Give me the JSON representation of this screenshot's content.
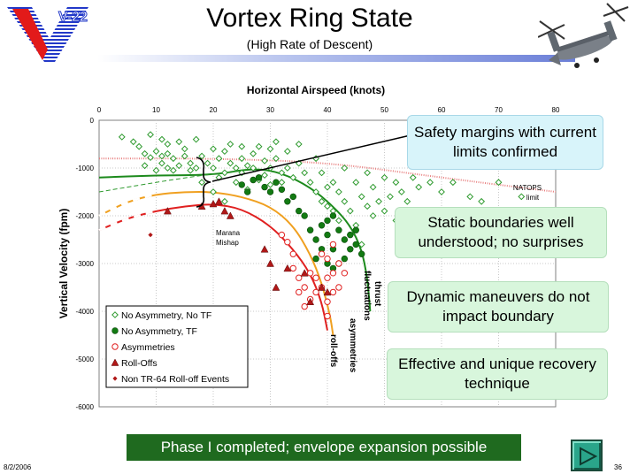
{
  "slide": {
    "title": "Vortex Ring State",
    "subtitle": "(High Rate of Descent)",
    "logo_text": "V-22",
    "date": "8/2/2006",
    "page_number": "36",
    "banner": "Phase I completed; envelope expansion possible",
    "callouts": [
      "Safety margins with current limits confirmed",
      "Static boundaries well understood; no surprises",
      "Dynamic maneuvers do not impact boundary",
      "Effective and unique recovery technique"
    ],
    "colors": {
      "banner": "#1f6a1f",
      "callout": "#d8f6dc",
      "title_bar": "#6b7fd8"
    }
  },
  "chart_data": {
    "type": "scatter",
    "xlabel": "Horizontal Airspeed (knots)",
    "ylabel": "Vertical Velocity (fpm)",
    "xlim": [
      0,
      80
    ],
    "ylim": [
      -6000,
      0
    ],
    "x_ticks": [
      "0",
      "10",
      "20",
      "30",
      "40",
      "50",
      "60",
      "70",
      "80"
    ],
    "y_ticks": [
      "0",
      "-1000",
      "-2000",
      "-3000",
      "-4000",
      "-5000",
      "-6000"
    ],
    "x_tick_values": [
      0,
      10,
      20,
      30,
      40,
      50,
      60,
      70,
      80
    ],
    "y_tick_values": [
      0,
      -1000,
      -2000,
      -3000,
      -4000,
      -5000,
      -6000
    ],
    "grid": true,
    "legend_position": "bottom-left",
    "annotations": {
      "natops": "NATOPS limit",
      "marana": "Marana Mishap",
      "thrust": "thrust fluctuations",
      "asym": "asymmetries",
      "rolloffs": "roll-offs"
    },
    "series": [
      {
        "name": "No Asymmetry, No TF",
        "marker": "open-diamond",
        "color": "#2e9a2e",
        "points": [
          [
            4,
            -350
          ],
          [
            6,
            -450
          ],
          [
            7,
            -550
          ],
          [
            8,
            -950
          ],
          [
            8,
            -700
          ],
          [
            9,
            -300
          ],
          [
            9,
            -780
          ],
          [
            10,
            -650
          ],
          [
            10,
            -1050
          ],
          [
            11,
            -400
          ],
          [
            11,
            -750
          ],
          [
            11,
            -900
          ],
          [
            12,
            -500
          ],
          [
            12,
            -700
          ],
          [
            12,
            -1000
          ],
          [
            13,
            -800
          ],
          [
            13,
            -1050
          ],
          [
            14,
            -450
          ],
          [
            14,
            -950
          ],
          [
            15,
            -600
          ],
          [
            15,
            -750
          ],
          [
            16,
            -900
          ],
          [
            16,
            -1050
          ],
          [
            17,
            -400
          ],
          [
            17,
            -1000
          ],
          [
            18,
            -750
          ],
          [
            18,
            -1300
          ],
          [
            19,
            -900
          ],
          [
            20,
            -600
          ],
          [
            20,
            -1000
          ],
          [
            20,
            -1500
          ],
          [
            21,
            -800
          ],
          [
            21,
            -1200
          ],
          [
            22,
            -650
          ],
          [
            22,
            -1100
          ],
          [
            22,
            -1700
          ],
          [
            23,
            -500
          ],
          [
            23,
            -900
          ],
          [
            24,
            -1000
          ],
          [
            24,
            -1300
          ],
          [
            25,
            -550
          ],
          [
            25,
            -800
          ],
          [
            25,
            -1100
          ],
          [
            26,
            -950
          ],
          [
            26,
            -1450
          ],
          [
            27,
            -700
          ],
          [
            27,
            -1000
          ],
          [
            28,
            -550
          ],
          [
            28,
            -1250
          ],
          [
            29,
            -850
          ],
          [
            29,
            -1150
          ],
          [
            30,
            -600
          ],
          [
            30,
            -1000
          ],
          [
            30,
            -1350
          ],
          [
            31,
            -450
          ],
          [
            31,
            -800
          ],
          [
            32,
            -1100
          ],
          [
            32,
            -1300
          ],
          [
            33,
            -650
          ],
          [
            33,
            -1000
          ],
          [
            34,
            -1200
          ],
          [
            34,
            -1600
          ],
          [
            35,
            -900
          ],
          [
            35,
            -500
          ],
          [
            36,
            -1100
          ],
          [
            37,
            -1300
          ],
          [
            38,
            -800
          ],
          [
            38,
            -1500
          ],
          [
            39,
            -1100
          ],
          [
            39,
            -1700
          ],
          [
            40,
            -1400
          ],
          [
            40,
            -1800
          ],
          [
            41,
            -1300
          ],
          [
            41,
            -1900
          ],
          [
            42,
            -1500
          ],
          [
            42,
            -2100
          ],
          [
            43,
            -1000
          ],
          [
            43,
            -1700
          ],
          [
            44,
            -1900
          ],
          [
            44,
            -2400
          ],
          [
            45,
            -1300
          ],
          [
            45,
            -2200
          ],
          [
            46,
            -1600
          ],
          [
            46,
            -2600
          ],
          [
            47,
            -1100
          ],
          [
            47,
            -1800
          ],
          [
            48,
            -2000
          ],
          [
            48,
            -1400
          ],
          [
            49,
            -1700
          ],
          [
            50,
            -1200
          ],
          [
            50,
            -1900
          ],
          [
            51,
            -1600
          ],
          [
            52,
            -1300
          ],
          [
            52,
            -2100
          ],
          [
            53,
            -1500
          ],
          [
            54,
            -1700
          ],
          [
            55,
            -1200
          ],
          [
            56,
            -1400
          ],
          [
            58,
            -1300
          ],
          [
            60,
            -1500
          ],
          [
            62,
            -1300
          ],
          [
            65,
            -1600
          ],
          [
            67,
            -1700
          ],
          [
            70,
            -1300
          ],
          [
            74,
            -1600
          ]
        ]
      },
      {
        "name": "No Asymmetry, TF",
        "marker": "filled-circle",
        "color": "#127a12",
        "points": [
          [
            25,
            -1350
          ],
          [
            26,
            -1500
          ],
          [
            27,
            -1250
          ],
          [
            28,
            -1200
          ],
          [
            29,
            -1400
          ],
          [
            30,
            -1500
          ],
          [
            31,
            -1300
          ],
          [
            32,
            -1450
          ],
          [
            33,
            -1700
          ],
          [
            34,
            -1600
          ],
          [
            35,
            -1900
          ],
          [
            36,
            -2000
          ],
          [
            37,
            -2300
          ],
          [
            38,
            -2500
          ],
          [
            39,
            -2200
          ],
          [
            40,
            -2100
          ],
          [
            40,
            -2400
          ],
          [
            41,
            -2000
          ],
          [
            41,
            -2700
          ],
          [
            42,
            -2300
          ],
          [
            43,
            -2500
          ],
          [
            43,
            -2900
          ],
          [
            44,
            -2400
          ],
          [
            44,
            -2700
          ],
          [
            45,
            -2300
          ],
          [
            45,
            -2600
          ],
          [
            46,
            -2800
          ],
          [
            39,
            -2700
          ],
          [
            40,
            -3000
          ],
          [
            41,
            -3100
          ],
          [
            42,
            -3000
          ],
          [
            38,
            -2900
          ]
        ]
      },
      {
        "name": "Asymmetries",
        "marker": "open-circle",
        "color": "#e02020",
        "points": [
          [
            32,
            -2400
          ],
          [
            33,
            -2550
          ],
          [
            34,
            -2800
          ],
          [
            34,
            -3100
          ],
          [
            35,
            -3300
          ],
          [
            35,
            -3600
          ],
          [
            36,
            -3500
          ],
          [
            36,
            -3900
          ],
          [
            37,
            -3200
          ],
          [
            37,
            -3750
          ],
          [
            38,
            -3300
          ],
          [
            38,
            -3600
          ],
          [
            39,
            -2800
          ],
          [
            39,
            -3500
          ],
          [
            40,
            -2900
          ],
          [
            40,
            -3300
          ],
          [
            40,
            -3800
          ],
          [
            40,
            -4100
          ],
          [
            41,
            -3200
          ],
          [
            41,
            -3600
          ],
          [
            42,
            -3000
          ],
          [
            42,
            -3500
          ],
          [
            43,
            -3200
          ],
          [
            41,
            -2600
          ]
        ]
      },
      {
        "name": "Roll-Offs",
        "marker": "filled-triangle",
        "color": "#b01818",
        "points": [
          [
            12,
            -1900
          ],
          [
            18,
            -1800
          ],
          [
            21,
            -1700
          ],
          [
            22,
            -1900
          ],
          [
            23,
            -2000
          ],
          [
            29,
            -2700
          ],
          [
            30,
            -3000
          ],
          [
            31,
            -3500
          ],
          [
            33,
            -3100
          ],
          [
            36,
            -3200
          ],
          [
            37,
            -3800
          ],
          [
            39,
            -3500
          ],
          [
            40,
            -3600
          ],
          [
            20,
            -1750
          ]
        ]
      },
      {
        "name": "Non TR-64 Roll-off Events",
        "marker": "small-diamond",
        "color": "#b01818",
        "points": [
          [
            9,
            -2400
          ]
        ]
      }
    ],
    "boundaries": [
      {
        "kind": "green-boundary",
        "color": "#1c8a1c",
        "points": [
          [
            0,
            -1200
          ],
          [
            10,
            -1150
          ],
          [
            20,
            -1150
          ],
          [
            27,
            -1000
          ],
          [
            32,
            -1100
          ],
          [
            37,
            -1400
          ],
          [
            41,
            -1800
          ],
          [
            44,
            -2200
          ],
          [
            46,
            -2700
          ],
          [
            47,
            -3300
          ],
          [
            47.5,
            -4000
          ]
        ]
      },
      {
        "kind": "orange-boundary",
        "color": "#f0a020",
        "points": [
          [
            0,
            -2000
          ],
          [
            5,
            -1700
          ],
          [
            10,
            -1550
          ],
          [
            15,
            -1500
          ],
          [
            20,
            -1500
          ],
          [
            25,
            -1600
          ],
          [
            30,
            -1800
          ],
          [
            34,
            -2200
          ],
          [
            37,
            -2800
          ],
          [
            39,
            -3400
          ],
          [
            40.5,
            -4100
          ],
          [
            41,
            -4500
          ]
        ]
      },
      {
        "kind": "red-boundary",
        "color": "#e02020",
        "points": [
          [
            0,
            -2300
          ],
          [
            5,
            -2050
          ],
          [
            10,
            -1900
          ],
          [
            15,
            -1800
          ],
          [
            20,
            -1750
          ],
          [
            25,
            -1850
          ],
          [
            30,
            -2200
          ],
          [
            34,
            -2700
          ],
          [
            37,
            -3200
          ],
          [
            39,
            -3800
          ],
          [
            40,
            -4400
          ]
        ]
      },
      {
        "kind": "natops-limit",
        "color": "#e88080",
        "points": [
          [
            0,
            -800
          ],
          [
            20,
            -800
          ],
          [
            40,
            -880
          ],
          [
            60,
            -1200
          ],
          [
            80,
            -1500
          ]
        ]
      },
      {
        "kind": "green-dashed",
        "color": "#2e9a2e",
        "points": [
          [
            0,
            -1500
          ],
          [
            15,
            -1200
          ],
          [
            25,
            -1050
          ]
        ]
      }
    ]
  }
}
